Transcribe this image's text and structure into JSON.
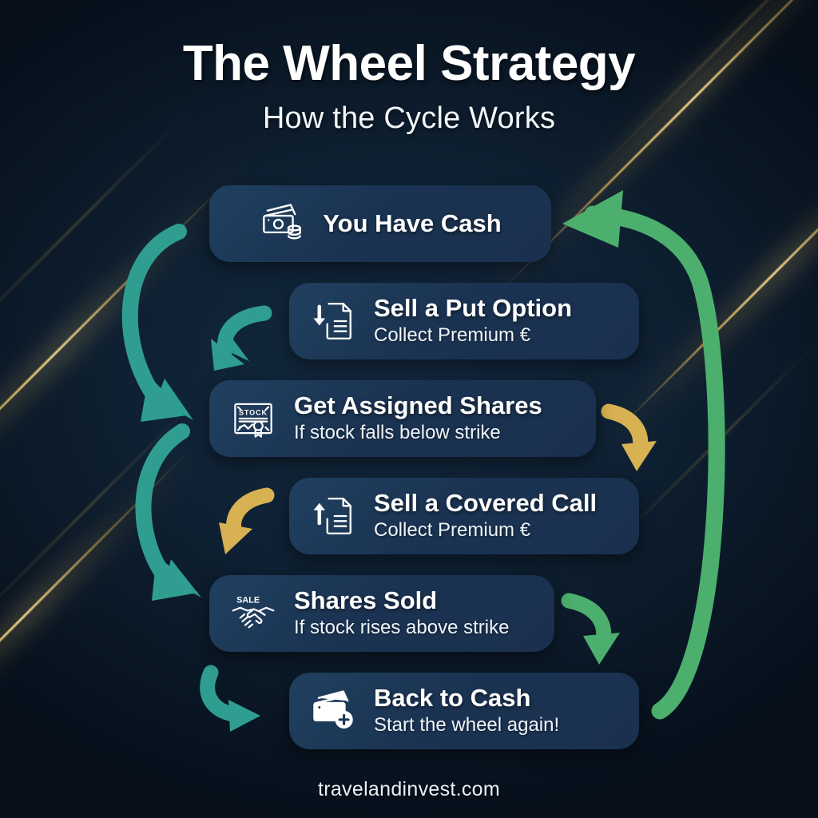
{
  "header": {
    "title": "The Wheel Strategy",
    "subtitle": "How the Cycle Works"
  },
  "footer": {
    "website": "travelandinvest.com"
  },
  "colors": {
    "background": "#0d1f33",
    "card": "#1b3454",
    "teal": "#2a9d8f",
    "gold": "#d7b152",
    "green": "#4caf6d",
    "text": "#ffffff"
  },
  "steps": [
    {
      "title": "You Have Cash",
      "subtitle": "",
      "icon": "cash-icon",
      "accent": "#2a9d8f"
    },
    {
      "title": "Sell a Put Option",
      "subtitle": "Collect Premium €",
      "icon": "document-down-arrow-icon",
      "accent": "#2a9d8f"
    },
    {
      "title": "Get Assigned Shares",
      "subtitle": "If stock falls below strike",
      "icon": "stock-certificate-icon",
      "icon_label": "STOCK",
      "accent": "#d7b152"
    },
    {
      "title": "Sell a Covered Call",
      "subtitle": "Collect Premium €",
      "icon": "document-up-arrow-icon",
      "accent": "#d7b152"
    },
    {
      "title": "Shares Sold",
      "subtitle": "If stock rises above strike",
      "icon": "handshake-sale-icon",
      "icon_label": "SALE",
      "accent": "#4caf6d"
    },
    {
      "title": "Back to Cash",
      "subtitle": "Start the wheel again!",
      "icon": "cash-plus-icon",
      "accent": "#2a9d8f"
    }
  ]
}
